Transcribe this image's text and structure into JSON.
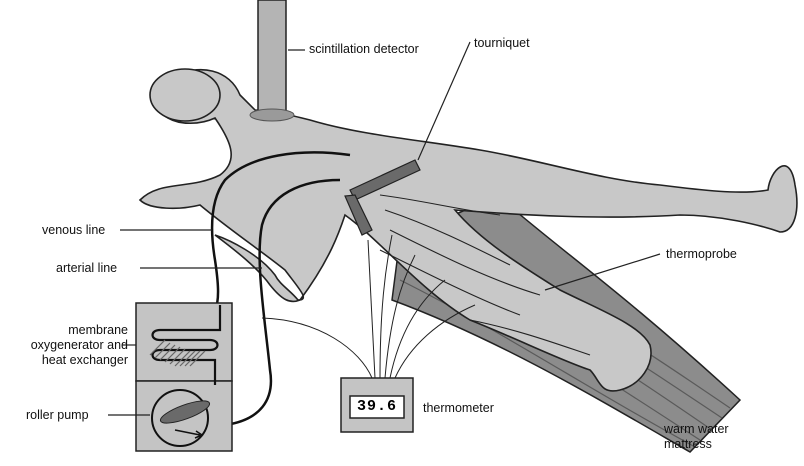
{
  "labels": {
    "scintillation_detector": "scintillation detector",
    "tourniquet": "tourniquet",
    "venous_line": "venous line",
    "arterial_line": "arterial line",
    "thermoprobe": "thermoprobe",
    "membrane_line1": "membrane",
    "membrane_line2": "oxygenerator and",
    "membrane_line3": "heat exchanger",
    "roller_pump": "roller pump",
    "thermometer": "thermometer",
    "mattress_line1": "warm water",
    "mattress_line2": "mattress"
  },
  "thermometer_display": "39.6",
  "colors": {
    "body_fill": "#c8c8c8",
    "mattress_fill": "#8c8c8c",
    "outline": "#222222",
    "panel_fill": "#c4c4c4"
  }
}
